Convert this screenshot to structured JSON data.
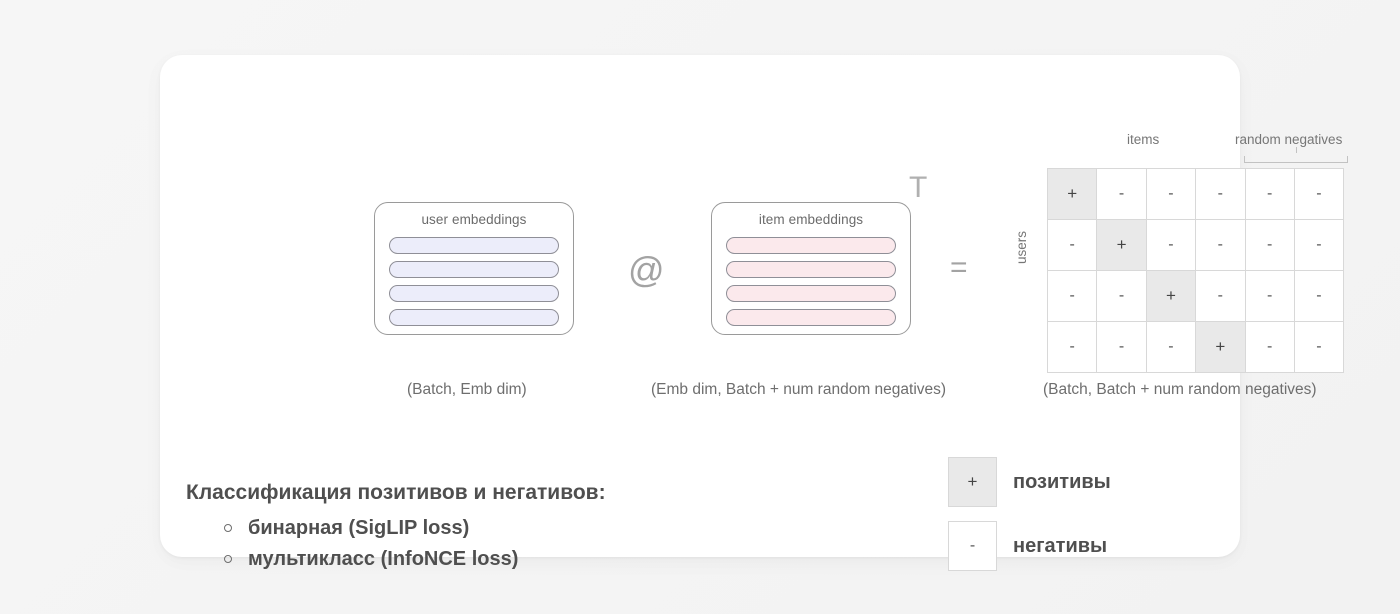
{
  "page": {
    "background_color": "#f4f4f4",
    "card_background": "#ffffff"
  },
  "diagram": {
    "user_matrix": {
      "title": "user embeddings",
      "row_count": 4,
      "row_color": "#ecedfa",
      "caption": "(Batch, Emb dim)"
    },
    "item_matrix": {
      "title": "item embeddings",
      "row_count": 4,
      "row_color": "#fbe9ec",
      "caption": "(Emb dim, Batch + num random negatives)",
      "transpose_symbol": "T"
    },
    "operators": {
      "matmul": "@",
      "equals": "="
    },
    "result_matrix": {
      "caption": "(Batch, Batch + num random negatives)",
      "axis_label_rows": "users",
      "axis_label_cols": "items",
      "bracket_label": "random negatives",
      "bracket_spans_last_n_columns": 2,
      "positive_symbol": "+",
      "negative_symbol": "-",
      "positive_cell_color": "#e9e9e9",
      "negative_cell_color": "#ffffff",
      "cells": [
        [
          "+",
          "-",
          "-",
          "-",
          "-",
          "-"
        ],
        [
          "-",
          "+",
          "-",
          "-",
          "-",
          "-"
        ],
        [
          "-",
          "-",
          "+",
          "-",
          "-",
          "-"
        ],
        [
          "-",
          "-",
          "-",
          "+",
          "-",
          "-"
        ]
      ]
    }
  },
  "classification": {
    "title": "Классификация позитивов и негативов:",
    "items": [
      {
        "label": "бинарная (SigLIP loss)"
      },
      {
        "label": "мультикласс (InfoNCE loss)"
      }
    ]
  },
  "legend": {
    "positive": {
      "symbol": "+",
      "label": "позитивы"
    },
    "negative": {
      "symbol": "-",
      "label": "негативы"
    }
  }
}
